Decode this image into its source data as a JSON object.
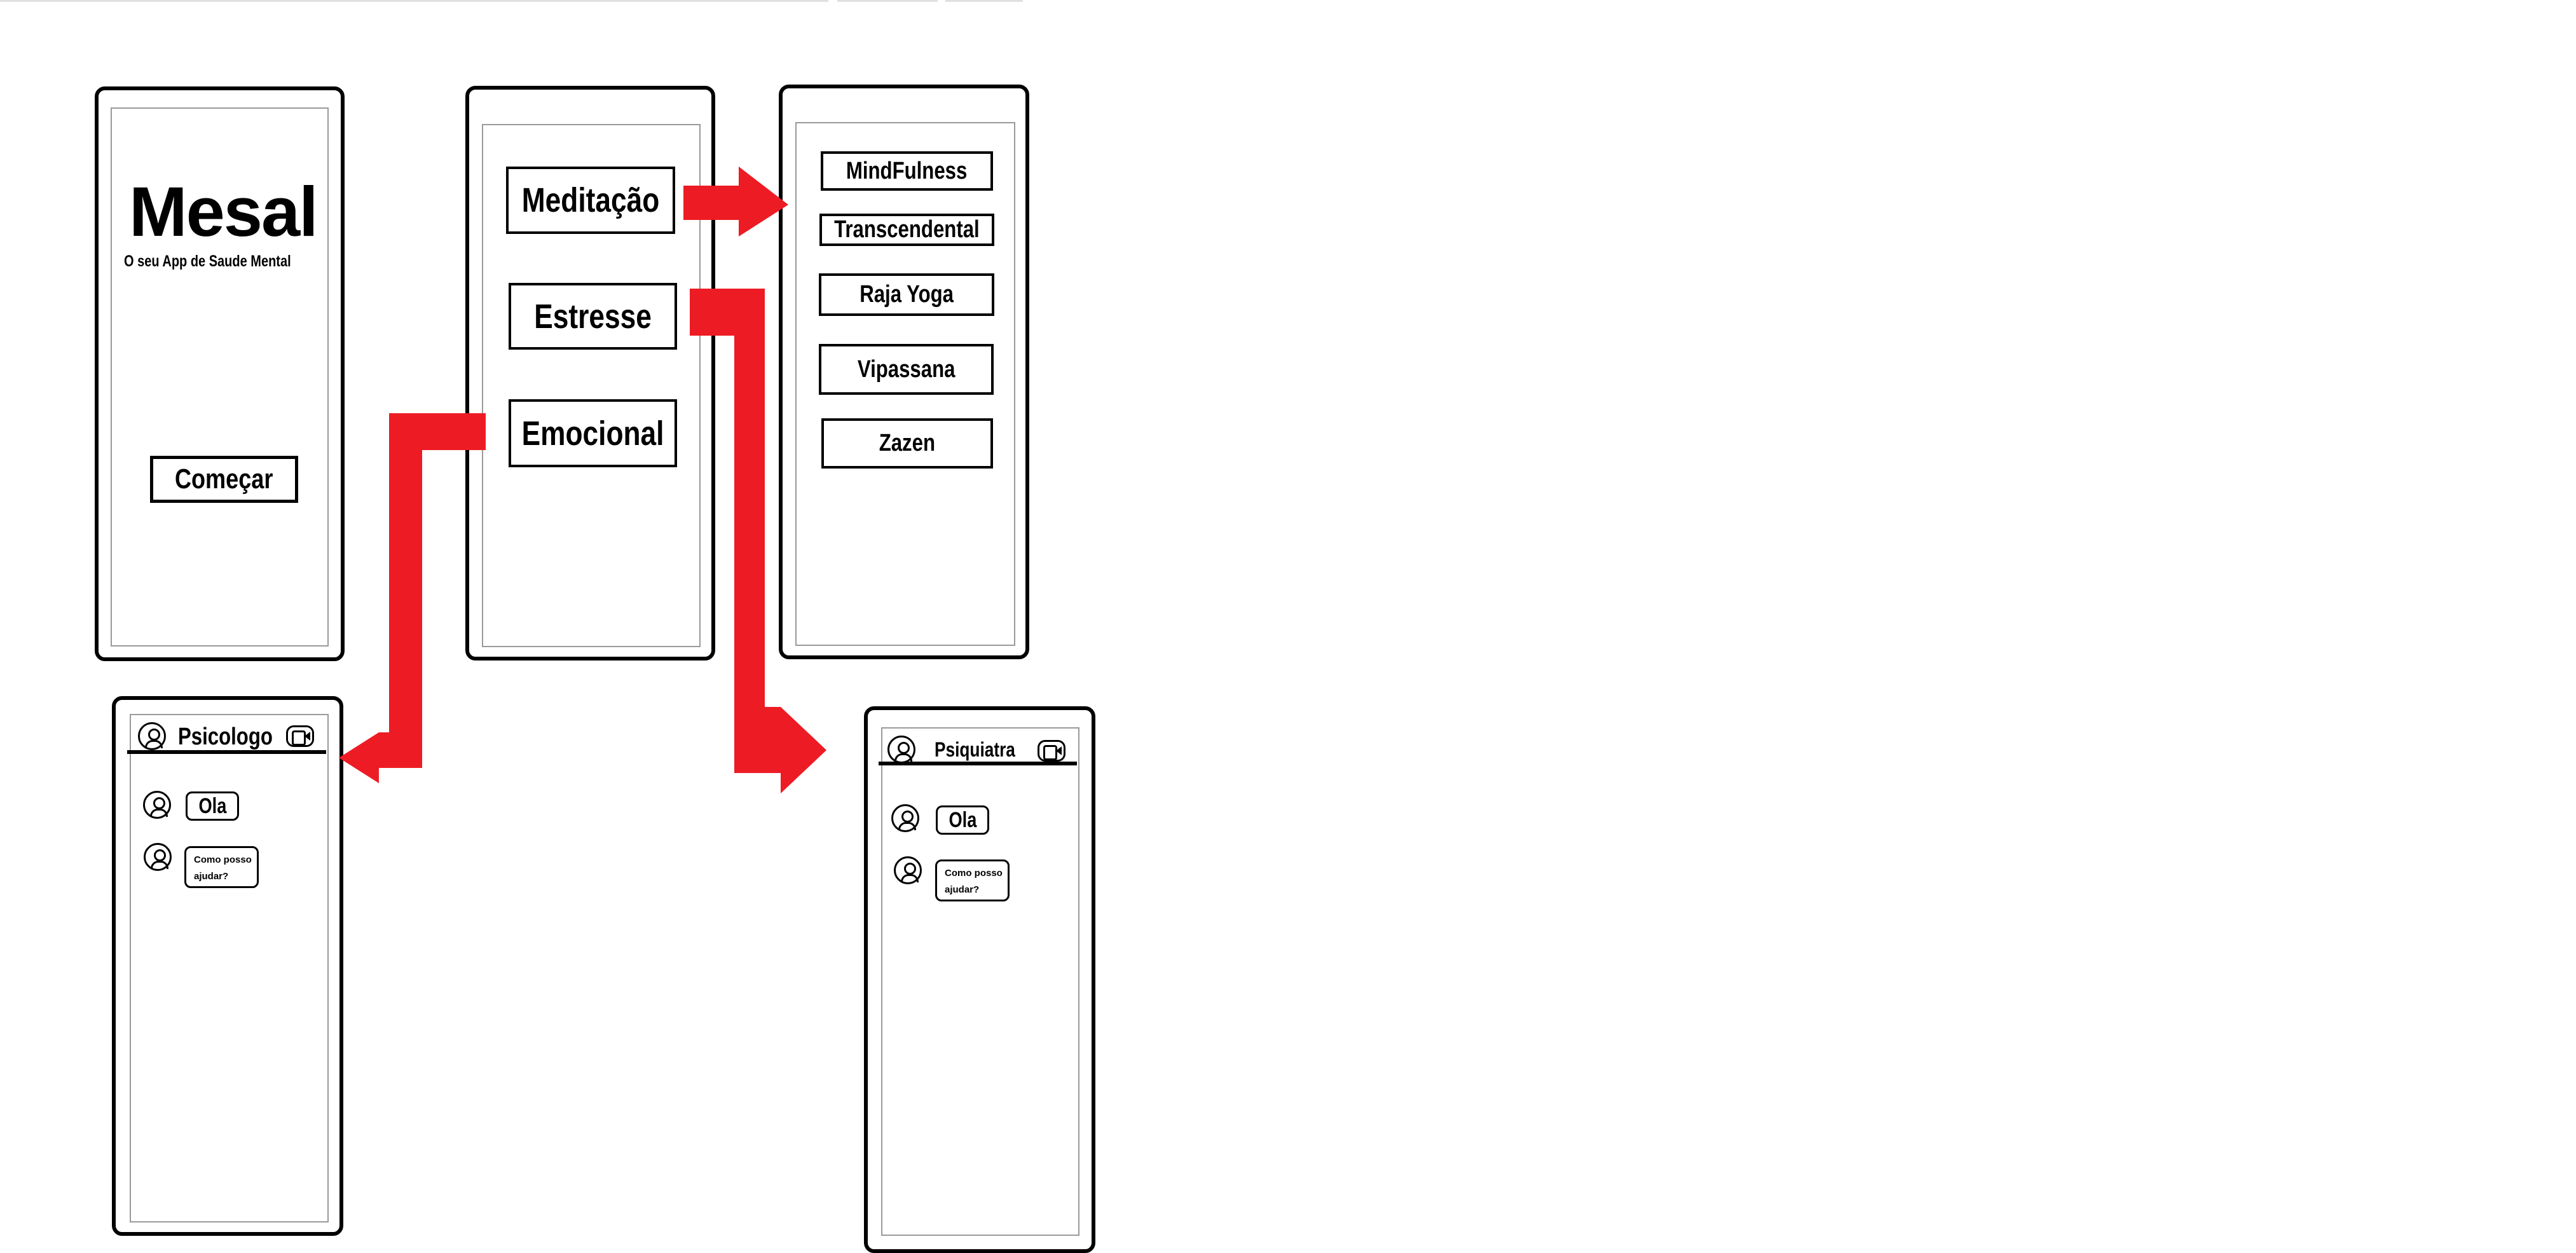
{
  "colors": {
    "arrow": "#ed1c24",
    "outline": "#000000",
    "screen_border": "#9a9a9a"
  },
  "screen1": {
    "title": "Mesal",
    "subtitle": "O seu App de Saude Mental",
    "start_button": "Começar"
  },
  "screen2": {
    "options": [
      "Meditação",
      "Estresse",
      "Emocional"
    ]
  },
  "screen3": {
    "meditation_types": [
      "MindFulness",
      "Transcendental",
      "Raja Yoga",
      "Vipassana",
      "Zazen"
    ]
  },
  "chat_psicologo": {
    "name": "Psicologo",
    "greeting": "Ola",
    "message_line1": "Como posso",
    "message_line2": "ajudar?",
    "header_icons": [
      "avatar-icon",
      "video-call-icon"
    ]
  },
  "chat_psiquiatra": {
    "name": "Psiquiatra",
    "greeting": "Ola",
    "message_line1": "Como posso",
    "message_line2": "ajudar?",
    "header_icons": [
      "avatar-icon",
      "video-call-icon"
    ]
  }
}
